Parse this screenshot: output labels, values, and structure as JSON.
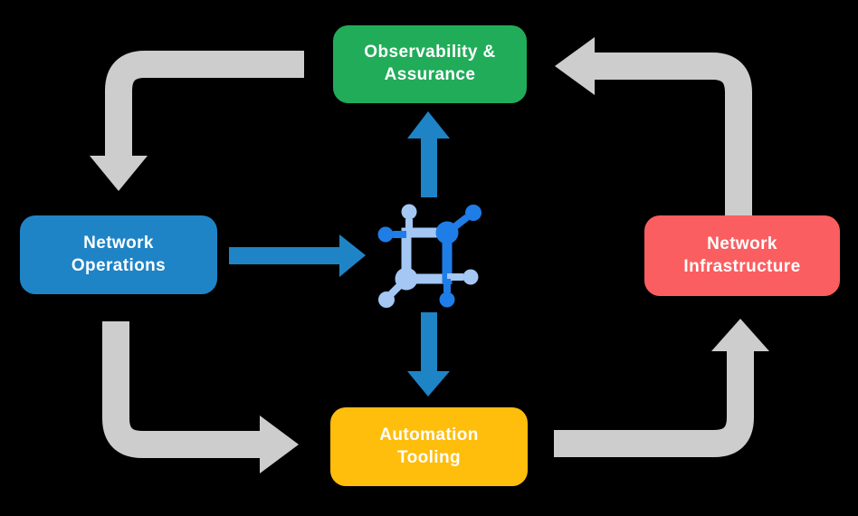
{
  "background_color": "#000000",
  "text_color": "#FFFFFF",
  "arrow_gray_color": "#CDCDCD",
  "arrow_blue_color": "#1E84C6",
  "icon": {
    "name": "network-mesh-icon",
    "primary_color": "#1F7DE8",
    "secondary_color": "#A4C7F4"
  },
  "nodes": {
    "observability": {
      "line1": "Observability &",
      "line2": "Assurance",
      "color": "#21AC59"
    },
    "operations": {
      "line1": "Network",
      "line2": "Operations",
      "color": "#1E84C6"
    },
    "infrastructure": {
      "line1": "Network",
      "line2": "Infrastructure",
      "color": "#FB5E60"
    },
    "automation": {
      "line1": "Automation",
      "line2": "Tooling",
      "color": "#FFBD0C"
    }
  }
}
